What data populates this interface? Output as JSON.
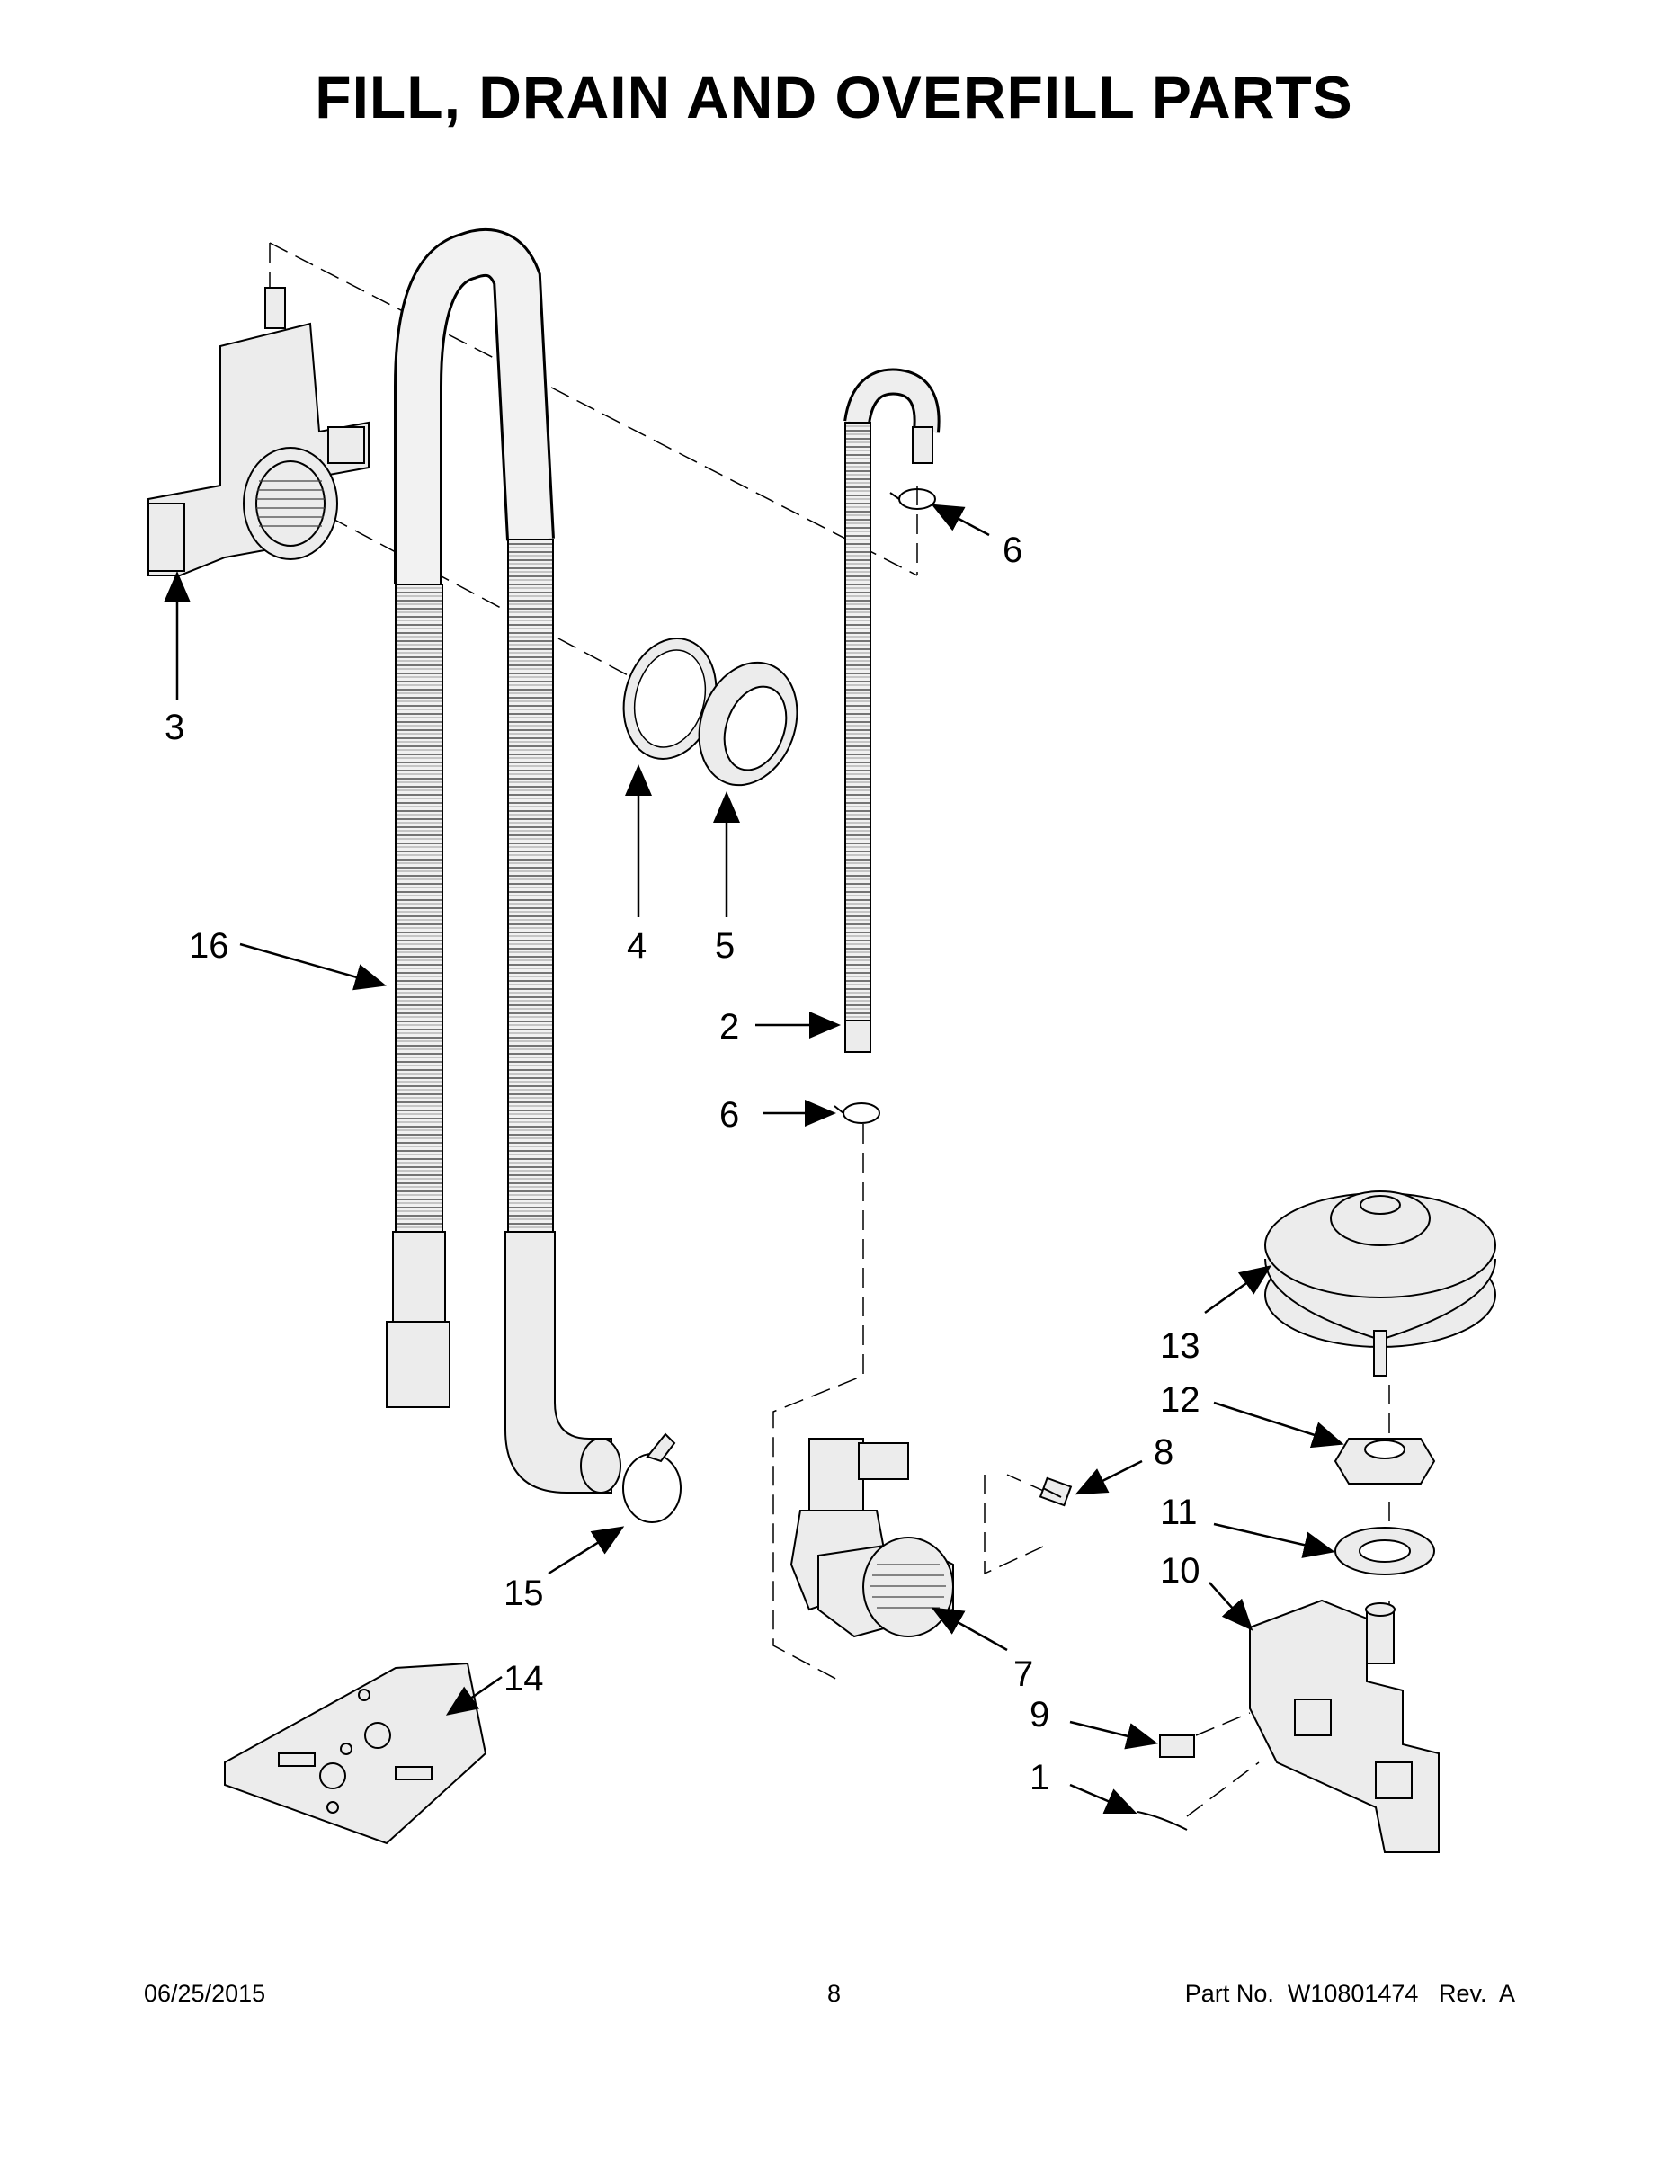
{
  "title": "FILL, DRAIN AND OVERFILL PARTS",
  "callouts": [
    {
      "id": "1",
      "label": "1"
    },
    {
      "id": "2",
      "label": "2"
    },
    {
      "id": "3",
      "label": "3"
    },
    {
      "id": "4",
      "label": "4"
    },
    {
      "id": "5",
      "label": "5"
    },
    {
      "id": "6a",
      "label": "6"
    },
    {
      "id": "6b",
      "label": "6"
    },
    {
      "id": "7",
      "label": "7"
    },
    {
      "id": "8",
      "label": "8"
    },
    {
      "id": "9",
      "label": "9"
    },
    {
      "id": "10",
      "label": "10"
    },
    {
      "id": "11",
      "label": "11"
    },
    {
      "id": "12",
      "label": "12"
    },
    {
      "id": "13",
      "label": "13"
    },
    {
      "id": "14",
      "label": "14"
    },
    {
      "id": "15",
      "label": "15"
    },
    {
      "id": "16",
      "label": "16"
    }
  ],
  "footer": {
    "date": "06/25/2015",
    "page": "8",
    "part": "Part No.  W10801474   Rev.  A"
  }
}
